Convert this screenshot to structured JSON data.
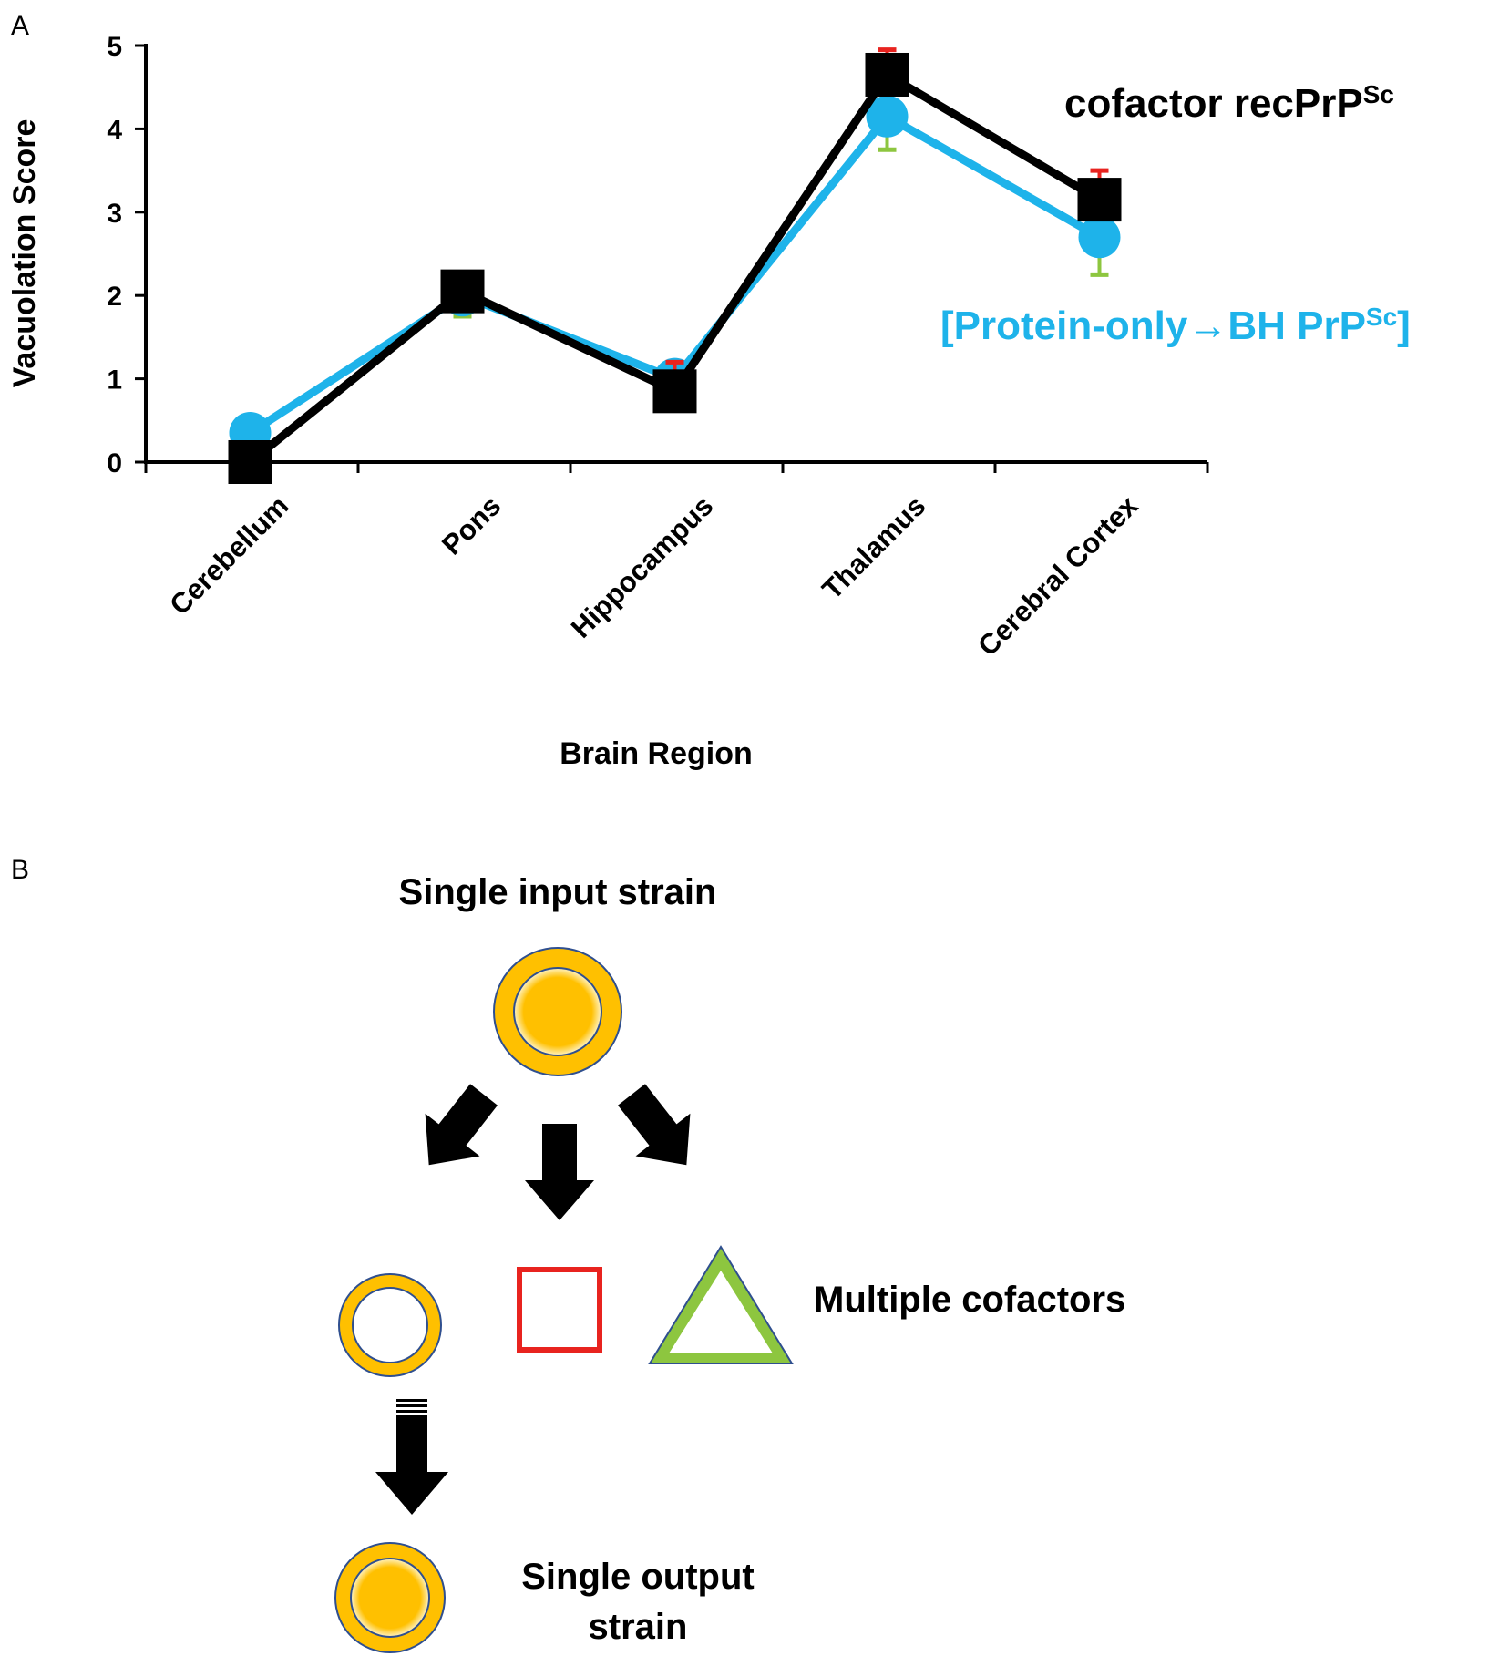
{
  "panel_labels": {
    "a": "A",
    "b": "B"
  },
  "chart_data": {
    "type": "line",
    "categories": [
      "Cerebellum",
      "Pons",
      "Hippocampus",
      "Thalamus",
      "Cerebral Cortex"
    ],
    "xlabel": "Brain Region",
    "ylabel": "Vacuolation Score",
    "ylim": [
      0,
      5
    ],
    "yticks": [
      0,
      1,
      2,
      3,
      4,
      5
    ],
    "grid": false,
    "series": [
      {
        "name_base": "[Protein-only→BH PrP",
        "name_sup": "Sc",
        "name_tail": "]",
        "color": "#1eb3ea",
        "marker": "circle",
        "values": [
          0.35,
          2.0,
          1.0,
          4.15,
          2.7
        ],
        "error": [
          0.0,
          0.25,
          0.25,
          0.4,
          0.45
        ],
        "error_color": "#8dc63f"
      },
      {
        "name_base": "cofactor recPrP",
        "name_sup": "Sc",
        "name_tail": "",
        "color": "#000000",
        "marker": "square",
        "values": [
          0.0,
          2.05,
          0.85,
          4.65,
          3.15
        ],
        "error": [
          0.0,
          0.0,
          0.35,
          0.3,
          0.35
        ],
        "error_color": "#e8231f"
      }
    ]
  },
  "diagram": {
    "title": "Single input strain",
    "cofactors_label": "Multiple cofactors",
    "output_label_line1": "Single output",
    "output_label_line2": "strain",
    "colors": {
      "strain_fill": "#ffc000",
      "outline": "#2f4f8f",
      "square_stroke": "#e8231f",
      "triangle_stroke": "#8dc63f",
      "arrow": "#000000"
    }
  }
}
